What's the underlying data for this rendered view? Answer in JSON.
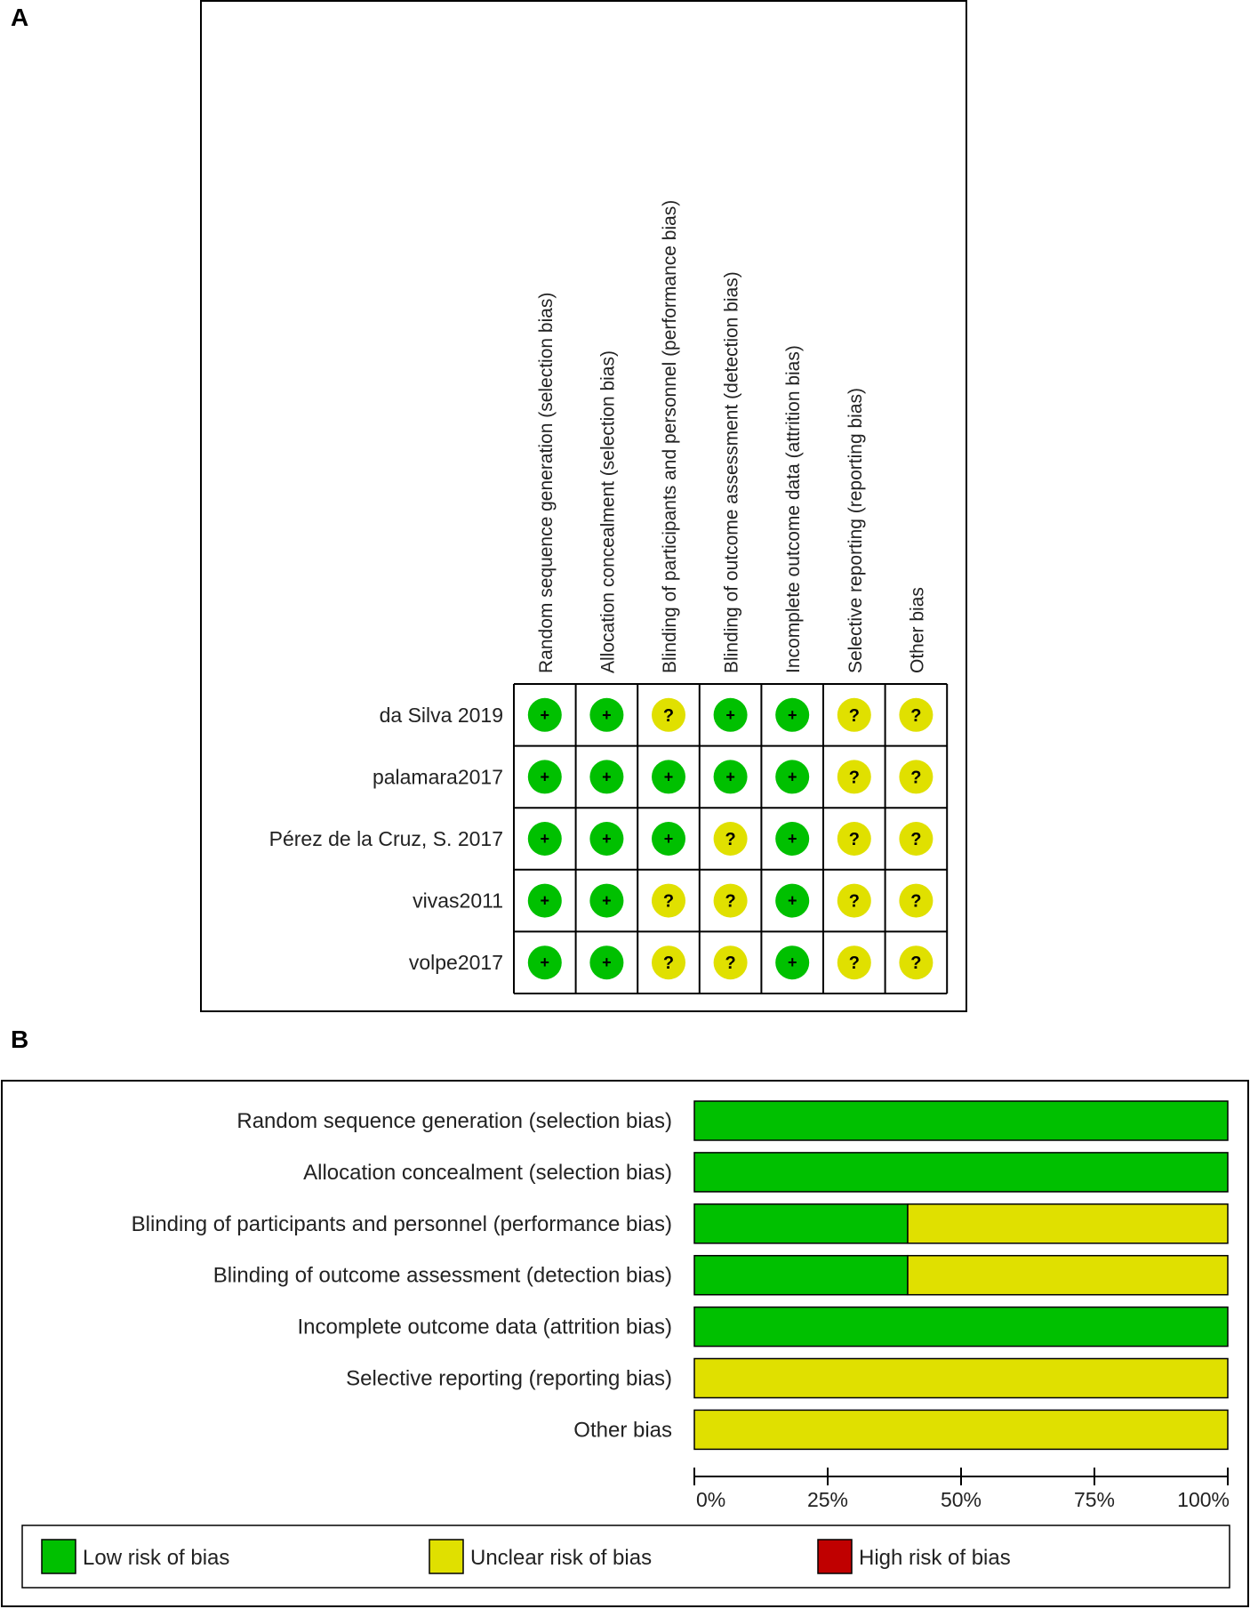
{
  "panel_a_label": "A",
  "panel_b_label": "B",
  "colors": {
    "low": "#00c000",
    "unclear": "#e0e000",
    "high": "#c00000"
  },
  "chart_data": [
    {
      "type": "table",
      "domains": [
        "Random sequence generation (selection bias)",
        "Allocation concealment (selection bias)",
        "Blinding of participants and personnel (performance bias)",
        "Blinding of outcome assessment (detection bias)",
        "Incomplete outcome data (attrition bias)",
        "Selective reporting (reporting bias)",
        "Other bias"
      ],
      "studies": [
        {
          "name": "da Silva 2019",
          "judgements": [
            "low",
            "low",
            "unclear",
            "low",
            "low",
            "unclear",
            "unclear"
          ]
        },
        {
          "name": "palamara2017",
          "judgements": [
            "low",
            "low",
            "low",
            "low",
            "low",
            "unclear",
            "unclear"
          ]
        },
        {
          "name": "Pérez de la Cruz, S. 2017",
          "judgements": [
            "low",
            "low",
            "low",
            "unclear",
            "low",
            "unclear",
            "unclear"
          ]
        },
        {
          "name": "vivas2011",
          "judgements": [
            "low",
            "low",
            "unclear",
            "unclear",
            "low",
            "unclear",
            "unclear"
          ]
        },
        {
          "name": "volpe2017",
          "judgements": [
            "low",
            "low",
            "unclear",
            "unclear",
            "low",
            "unclear",
            "unclear"
          ]
        }
      ],
      "symbols": {
        "low": "+",
        "unclear": "?",
        "high": "-"
      }
    },
    {
      "type": "bar",
      "stacked": true,
      "orientation": "horizontal",
      "categories": [
        "Random sequence generation (selection bias)",
        "Allocation concealment (selection bias)",
        "Blinding of participants and personnel (performance bias)",
        "Blinding of outcome assessment (detection bias)",
        "Incomplete outcome data (attrition bias)",
        "Selective reporting (reporting bias)",
        "Other bias"
      ],
      "series": [
        {
          "name": "Low risk of bias",
          "key": "low",
          "values": [
            100,
            100,
            40,
            40,
            100,
            0,
            0
          ]
        },
        {
          "name": "Unclear risk of bias",
          "key": "unclear",
          "values": [
            0,
            0,
            60,
            60,
            0,
            100,
            100
          ]
        },
        {
          "name": "High risk of bias",
          "key": "high",
          "values": [
            0,
            0,
            0,
            0,
            0,
            0,
            0
          ]
        }
      ],
      "xlim": [
        0,
        100
      ],
      "xticks": [
        0,
        25,
        50,
        75,
        100
      ],
      "xtick_labels": [
        "0%",
        "25%",
        "50%",
        "75%",
        "100%"
      ],
      "legend_position": "bottom"
    }
  ]
}
